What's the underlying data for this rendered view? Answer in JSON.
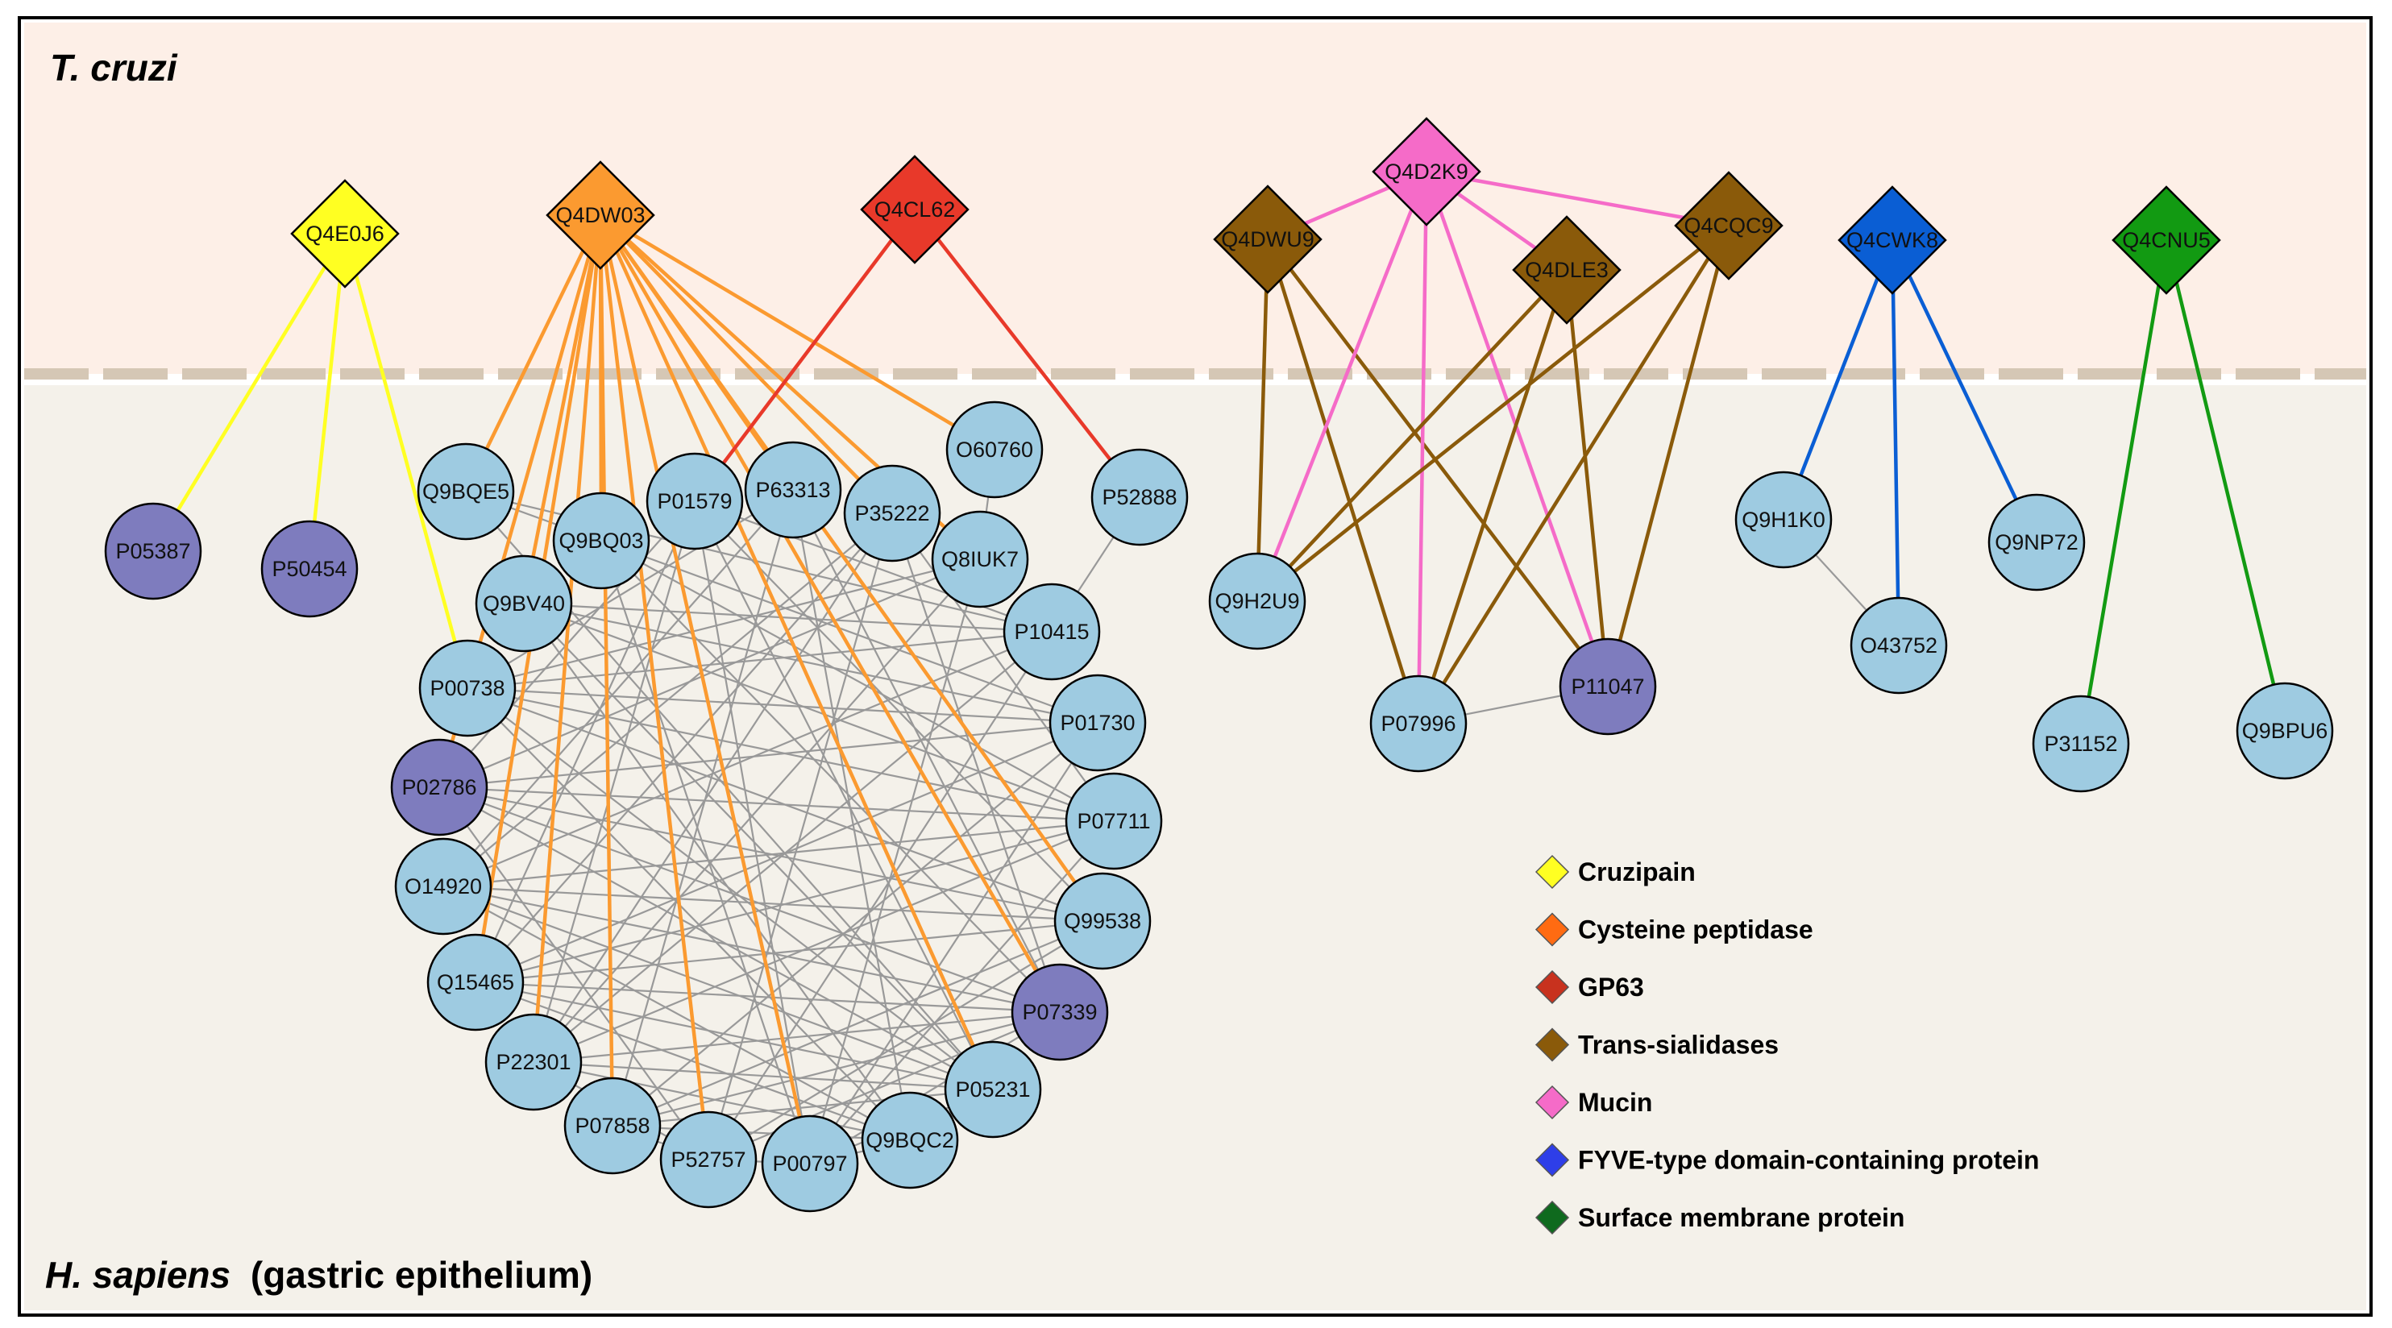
{
  "regions": {
    "pathogen_title": "T. cruzi",
    "host_title_italic": "H. sapiens",
    "host_title_rest": "(gastric epithelium)"
  },
  "colors": {
    "pathogen_bg": "#fdefe7",
    "host_bg": "#f4f1ea",
    "divider": "#d5c7b5",
    "host_node": "#9ecbe1",
    "host_node_highlight": "#7e7cbe",
    "ppi_edge": "#999999",
    "cruzipain": "#ffff22",
    "cysteine_peptidase": "#fb9a30",
    "gp63": "#e8392a",
    "trans_sialidase": "#8a5a0a",
    "mucin": "#f56bc8",
    "fyve": "#0a5ed4",
    "surface_membrane": "#129a12"
  },
  "legend": [
    {
      "label": "Cruzipain",
      "color": "#ffff22"
    },
    {
      "label": "Cysteine peptidase",
      "color": "#ff6b12"
    },
    {
      "label": "GP63",
      "color": "#c8321e"
    },
    {
      "label": "Trans-sialidases",
      "color": "#8a5a0a"
    },
    {
      "label": "Mucin",
      "color": "#f56bc8"
    },
    {
      "label": "FYVE-type domain-containing protein",
      "color": "#2e3ee8"
    },
    {
      "label": "Surface membrane protein",
      "color": "#0f6a1e"
    }
  ],
  "pathogen_proteins": [
    {
      "id": "Q4E0J6",
      "family": "cruzipain",
      "label_shown": "Q4E0J6"
    },
    {
      "id": "Q4DW03",
      "family": "cysteine_peptidase",
      "label_shown": "Q4DW03"
    },
    {
      "id": "Q4CL62",
      "family": "gp63",
      "label_shown": "Q4CL62"
    },
    {
      "id": "Q4DWU9",
      "family": "trans_sialidase",
      "label_shown": "Q4DWU9"
    },
    {
      "id": "Q4D2K9",
      "family": "mucin",
      "label_shown": "Q4D2K9"
    },
    {
      "id": "Q4DLE3",
      "family": "trans_sialidase",
      "label_shown": "Q4DLE3"
    },
    {
      "id": "Q4CQC9",
      "family": "trans_sialidase",
      "label_shown": "Q4CQC9"
    },
    {
      "id": "Q4CWK8",
      "family": "fyve",
      "label_shown": "Q4CWK8"
    },
    {
      "id": "Q4CNU5",
      "family": "surface_membrane",
      "label_shown": "Q4CNU5"
    }
  ],
  "host_proteins": [
    {
      "id": "P05387",
      "highlight": true
    },
    {
      "id": "P50454",
      "highlight": true
    },
    {
      "id": "Q9BQE5",
      "highlight": false
    },
    {
      "id": "P01579",
      "highlight": false
    },
    {
      "id": "P63313",
      "highlight": false
    },
    {
      "id": "P35222",
      "highlight": false
    },
    {
      "id": "O60760",
      "highlight": false
    },
    {
      "id": "Q9BQ03",
      "highlight": false
    },
    {
      "id": "Q8IUK7",
      "highlight": false
    },
    {
      "id": "P52888",
      "highlight": false
    },
    {
      "id": "Q9BV40",
      "highlight": false
    },
    {
      "id": "P10415",
      "highlight": false
    },
    {
      "id": "P00738",
      "highlight": false
    },
    {
      "id": "P01730",
      "highlight": false
    },
    {
      "id": "P02786",
      "highlight": true
    },
    {
      "id": "P07711",
      "highlight": false
    },
    {
      "id": "O14920",
      "highlight": false
    },
    {
      "id": "Q99538",
      "highlight": false
    },
    {
      "id": "Q15465",
      "highlight": false
    },
    {
      "id": "P07339",
      "highlight": true
    },
    {
      "id": "P22301",
      "highlight": false
    },
    {
      "id": "P05231",
      "highlight": false
    },
    {
      "id": "P07858",
      "highlight": false
    },
    {
      "id": "Q9BQC2",
      "highlight": false
    },
    {
      "id": "P52757",
      "highlight": false
    },
    {
      "id": "P00797",
      "highlight": false
    },
    {
      "id": "Q9H2U9",
      "highlight": false
    },
    {
      "id": "P07996",
      "highlight": false
    },
    {
      "id": "P11047",
      "highlight": true
    },
    {
      "id": "Q9H1K0",
      "highlight": false
    },
    {
      "id": "O43752",
      "highlight": false
    },
    {
      "id": "Q9NP72",
      "highlight": false
    },
    {
      "id": "P31152",
      "highlight": false
    },
    {
      "id": "Q9BPU6",
      "highlight": false
    }
  ],
  "host_pathogen_edges": [
    [
      "Q4E0J6",
      "P05387"
    ],
    [
      "Q4E0J6",
      "P50454"
    ],
    [
      "Q4E0J6",
      "P00738"
    ],
    [
      "Q4DW03",
      "Q9BQE5"
    ],
    [
      "Q4DW03",
      "Q9BQ03"
    ],
    [
      "Q4DW03",
      "Q9BV40"
    ],
    [
      "Q4DW03",
      "P02786"
    ],
    [
      "Q4DW03",
      "Q15465"
    ],
    [
      "Q4DW03",
      "P22301"
    ],
    [
      "Q4DW03",
      "P07858"
    ],
    [
      "Q4DW03",
      "P52757"
    ],
    [
      "Q4DW03",
      "P00797"
    ],
    [
      "Q4DW03",
      "P05231"
    ],
    [
      "Q4DW03",
      "P07339"
    ],
    [
      "Q4DW03",
      "Q99538"
    ],
    [
      "Q4DW03",
      "Q8IUK7"
    ],
    [
      "Q4DW03",
      "P35222"
    ],
    [
      "Q4DW03",
      "O60760"
    ],
    [
      "Q4DW03",
      "P63313"
    ],
    [
      "Q4CL62",
      "P01579"
    ],
    [
      "Q4CL62",
      "P52888"
    ],
    [
      "Q4DWU9",
      "Q9H2U9"
    ],
    [
      "Q4DWU9",
      "P07996"
    ],
    [
      "Q4DWU9",
      "P11047"
    ],
    [
      "Q4D2K9",
      "Q9H2U9"
    ],
    [
      "Q4D2K9",
      "P07996"
    ],
    [
      "Q4D2K9",
      "P11047"
    ],
    [
      "Q4D2K9",
      "Q4DWU9"
    ],
    [
      "Q4D2K9",
      "Q4DLE3"
    ],
    [
      "Q4D2K9",
      "Q4CQC9"
    ],
    [
      "Q4DLE3",
      "Q9H2U9"
    ],
    [
      "Q4DLE3",
      "P07996"
    ],
    [
      "Q4DLE3",
      "P11047"
    ],
    [
      "Q4CQC9",
      "Q9H2U9"
    ],
    [
      "Q4CQC9",
      "P07996"
    ],
    [
      "Q4CQC9",
      "P11047"
    ],
    [
      "Q4CWK8",
      "Q9H1K0"
    ],
    [
      "Q4CWK8",
      "O43752"
    ],
    [
      "Q4CWK8",
      "Q9NP72"
    ],
    [
      "Q4CNU5",
      "P31152"
    ],
    [
      "Q4CNU5",
      "Q9BPU6"
    ]
  ],
  "host_host_edges": [
    [
      "P52888",
      "P10415"
    ],
    [
      "O60760",
      "Q8IUK7"
    ],
    [
      "Q9H1K0",
      "O43752"
    ],
    [
      "P07996",
      "P11047"
    ],
    [
      "Q9BQE5",
      "Q9BQ03"
    ],
    [
      "Q9BQE5",
      "P10415"
    ],
    [
      "Q9BQ03",
      "P01730"
    ],
    [
      "Q9BQ03",
      "P07711"
    ],
    [
      "Q9BQ03",
      "P07339"
    ],
    [
      "P01579",
      "P02786"
    ],
    [
      "P01579",
      "Q15465"
    ],
    [
      "P01579",
      "P22301"
    ],
    [
      "P01579",
      "P05231"
    ],
    [
      "P01579",
      "P00797"
    ],
    [
      "P01579",
      "Q99538"
    ],
    [
      "P01579",
      "P10415"
    ],
    [
      "P63313",
      "O14920"
    ],
    [
      "P63313",
      "P00738"
    ],
    [
      "P63313",
      "Q9BQC2"
    ],
    [
      "P63313",
      "P07858"
    ],
    [
      "P35222",
      "O14920"
    ],
    [
      "P35222",
      "P52757"
    ],
    [
      "P35222",
      "Q15465"
    ],
    [
      "P35222",
      "P07339"
    ],
    [
      "P35222",
      "P22301"
    ],
    [
      "Q8IUK7",
      "P00738"
    ],
    [
      "Q8IUK7",
      "P02786"
    ],
    [
      "Q8IUK7",
      "P22301"
    ],
    [
      "Q8IUK7",
      "P00797"
    ],
    [
      "Q9BV40",
      "P10415"
    ],
    [
      "Q9BV40",
      "P01730"
    ],
    [
      "Q9BV40",
      "P07711"
    ],
    [
      "Q9BV40",
      "Q9BQC2"
    ],
    [
      "Q9BV40",
      "P05231"
    ],
    [
      "P10415",
      "P00738"
    ],
    [
      "P10415",
      "O14920"
    ],
    [
      "P10415",
      "P22301"
    ],
    [
      "P10415",
      "P52757"
    ],
    [
      "P00738",
      "P01730"
    ],
    [
      "P00738",
      "P07711"
    ],
    [
      "P00738",
      "Q99538"
    ],
    [
      "P00738",
      "P05231"
    ],
    [
      "P00738",
      "Q9BQC2"
    ],
    [
      "P01730",
      "P02786"
    ],
    [
      "P01730",
      "Q15465"
    ],
    [
      "P01730",
      "P07858"
    ],
    [
      "P01730",
      "P00797"
    ],
    [
      "P02786",
      "P07711"
    ],
    [
      "P02786",
      "Q99538"
    ],
    [
      "P02786",
      "P07339"
    ],
    [
      "P02786",
      "P05231"
    ],
    [
      "P02786",
      "P52757"
    ],
    [
      "P07711",
      "O14920"
    ],
    [
      "P07711",
      "P22301"
    ],
    [
      "P07711",
      "P00797"
    ],
    [
      "P07711",
      "Q15465"
    ],
    [
      "O14920",
      "Q99538"
    ],
    [
      "O14920",
      "P07339"
    ],
    [
      "O14920",
      "P05231"
    ],
    [
      "O14920",
      "Q9BQC2"
    ],
    [
      "Q99538",
      "Q15465"
    ],
    [
      "Q99538",
      "P07858"
    ],
    [
      "Q99538",
      "P52757"
    ],
    [
      "Q15465",
      "P07339"
    ],
    [
      "Q15465",
      "Q9BQC2"
    ],
    [
      "Q15465",
      "P05231"
    ],
    [
      "P07339",
      "P22301"
    ],
    [
      "P07339",
      "P07858"
    ],
    [
      "P07339",
      "P00797"
    ],
    [
      "P07339",
      "P52757"
    ],
    [
      "P22301",
      "P05231"
    ],
    [
      "P22301",
      "Q9BQC2"
    ],
    [
      "P22301",
      "P52757"
    ],
    [
      "P05231",
      "P07858"
    ],
    [
      "P05231",
      "P00797"
    ],
    [
      "P07858",
      "Q9BQC2"
    ],
    [
      "P07858",
      "P52757"
    ],
    [
      "Q9BQC2",
      "P00797"
    ],
    [
      "P52757",
      "P00797"
    ],
    [
      "Q9BQ03",
      "P00797"
    ],
    [
      "Q9BQE5",
      "P05231"
    ],
    [
      "P63313",
      "P07339"
    ],
    [
      "P35222",
      "P07711"
    ]
  ]
}
